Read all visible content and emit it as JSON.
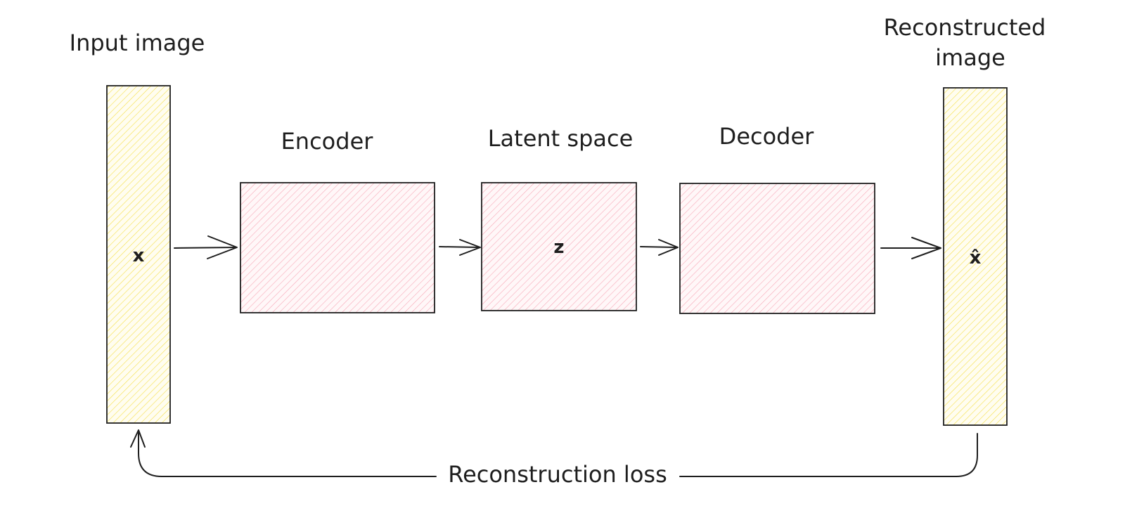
{
  "diagram": {
    "input": {
      "title": "Input image",
      "symbol": "x"
    },
    "encoder": {
      "title": "Encoder"
    },
    "latent": {
      "title": "Latent space",
      "symbol": "z"
    },
    "decoder": {
      "title": "Decoder"
    },
    "output": {
      "title_line1": "Reconstructed",
      "title_line2": "image",
      "symbol": "x̂"
    },
    "loss": {
      "label": "Reconstruction loss"
    }
  },
  "colors": {
    "input_hatch": "#f5e04a",
    "block_hatch": "#f7a9b8",
    "stroke": "#1e1e1e"
  }
}
